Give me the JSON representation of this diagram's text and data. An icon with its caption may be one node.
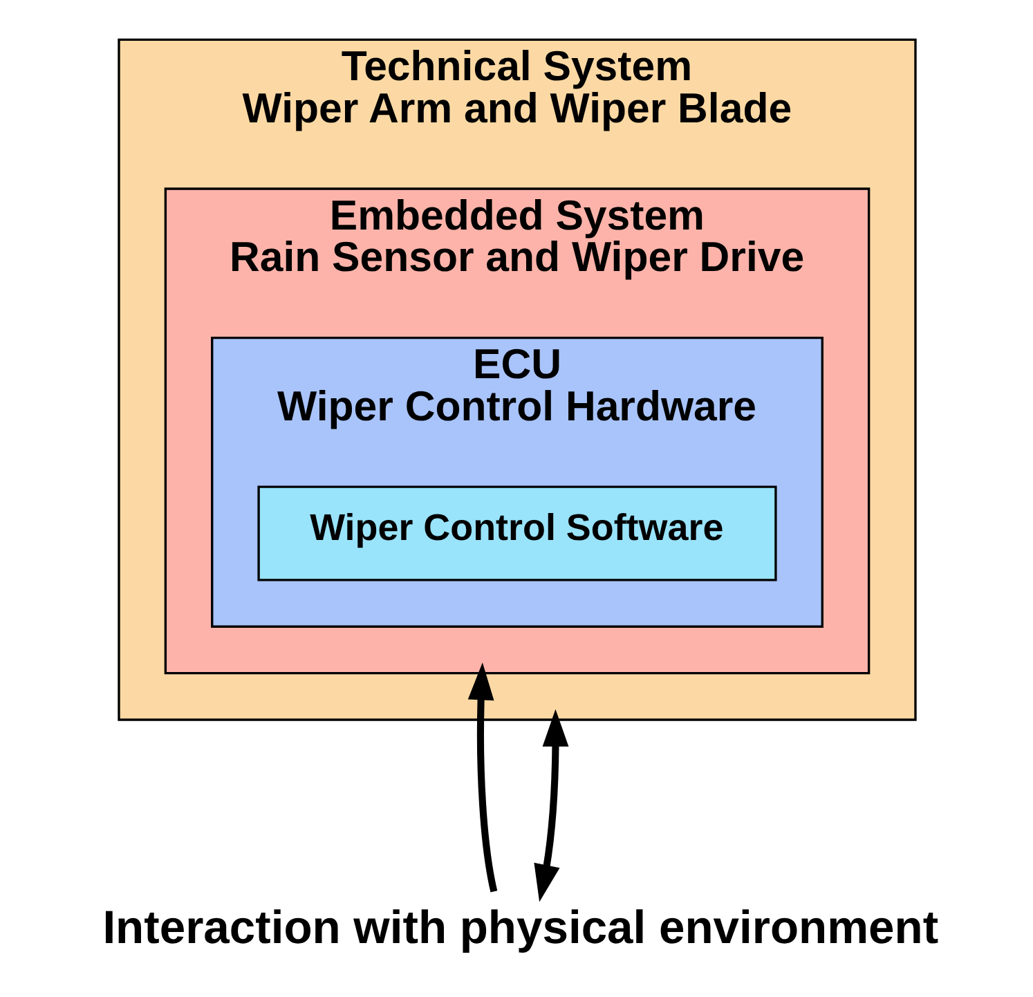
{
  "diagram": {
    "nodes": [
      {
        "text": [
          "Technical System",
          "Wiper Arm and Wiper Blade"
        ]
      },
      {
        "text": [
          "Embedded System",
          "Rain Sensor and Wiper Drive"
        ],
        "in": 0
      },
      {
        "text": [
          "ECU",
          "Wiper Control Hardware"
        ],
        "in": 1
      },
      {
        "text": [
          "Wiper Control Software"
        ],
        "in": 2
      },
      {
        "text": [
          "Interaction with physical environment"
        ]
      }
    ],
    "edges": [
      {
        "from": 4,
        "to": 1,
        "arrow": "to"
      },
      {
        "from": 4,
        "to": 0,
        "arrow": "both"
      }
    ]
  }
}
